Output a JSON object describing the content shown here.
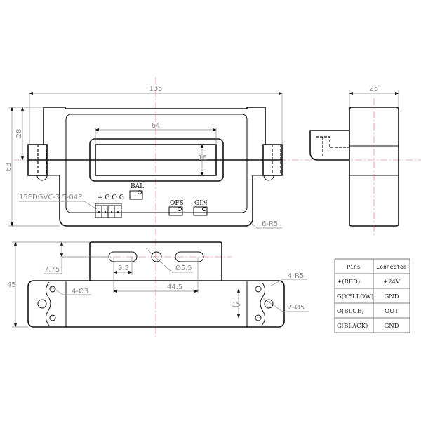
{
  "front_view": {
    "dim_width": "135",
    "dim_height": "63",
    "dim_upper": "28",
    "dim_window_width": "64",
    "dim_window_height": "16",
    "connector_label": "15EDGVC-3.5-04P",
    "connector_pins": "+ G O G",
    "pot_bal": "BAL",
    "pot_ofs": "OFS",
    "pot_gin": "GIN",
    "corner_radius": "6-R5"
  },
  "side_view": {
    "dim_depth": "25"
  },
  "bottom_view": {
    "dim_height": "45",
    "dim_offset": "7.75",
    "dim_slot": "9.5",
    "dim_hole": "Ø5.5",
    "dim_slot_spacing": "44.5",
    "dim_small_holes": "4-Ø3",
    "dim_corner": "4-R5",
    "dim_hole_spacing": "15",
    "dim_large_holes": "2-Ø5"
  },
  "pin_table": {
    "headers": [
      "Pins",
      "Connected"
    ],
    "rows": [
      [
        "+(RED)",
        "+24V"
      ],
      [
        "G(YELLOW)",
        "GND"
      ],
      [
        "O(BLUE)",
        "OUT"
      ],
      [
        "G(BLACK)",
        "GND"
      ]
    ]
  }
}
